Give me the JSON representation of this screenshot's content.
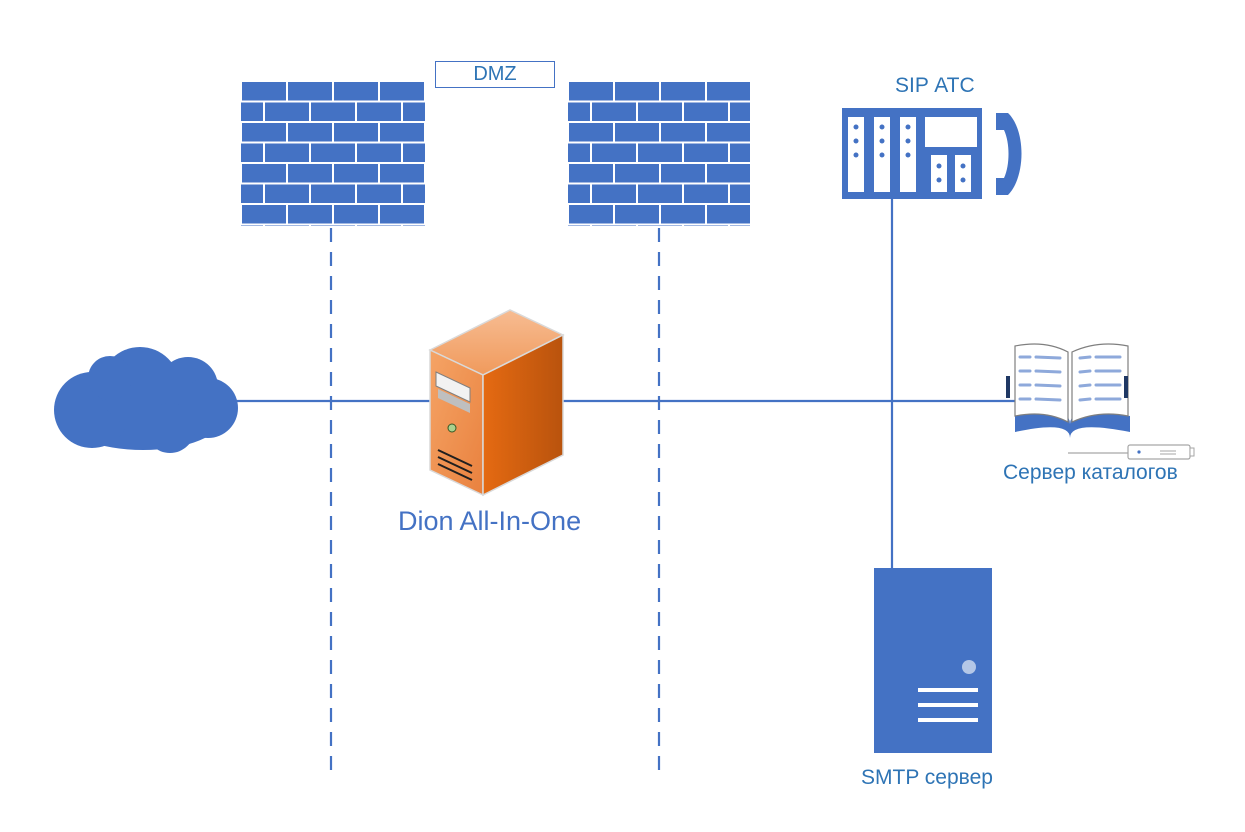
{
  "diagram": {
    "dmz_label": "DMZ",
    "sip_label": "SIP АТС",
    "server_label": "Dion All-In-One",
    "catalog_label": "Сервер каталогов",
    "smtp_label": "SMTP сервер"
  },
  "icons": {
    "cloud": "internet-cloud-icon",
    "firewall_left": "firewall-icon",
    "firewall_right": "firewall-icon",
    "sip_pbx": "sip-pbx-icon",
    "server": "server-tower-icon",
    "catalog": "directory-book-icon",
    "smtp": "smtp-server-icon"
  },
  "colors": {
    "primary_blue": "#4472c4",
    "label_blue": "#2e74b5",
    "server_orange": "#ed7d31",
    "line_blue": "#4472c4"
  }
}
